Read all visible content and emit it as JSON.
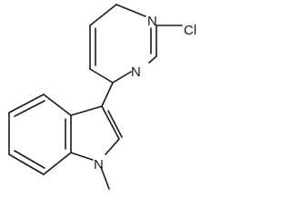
{
  "molecule": {
    "atoms": {
      "n_pyr_top": "N",
      "n_pyr_mid": "N",
      "cl": "Cl",
      "n_indole": "N"
    }
  }
}
